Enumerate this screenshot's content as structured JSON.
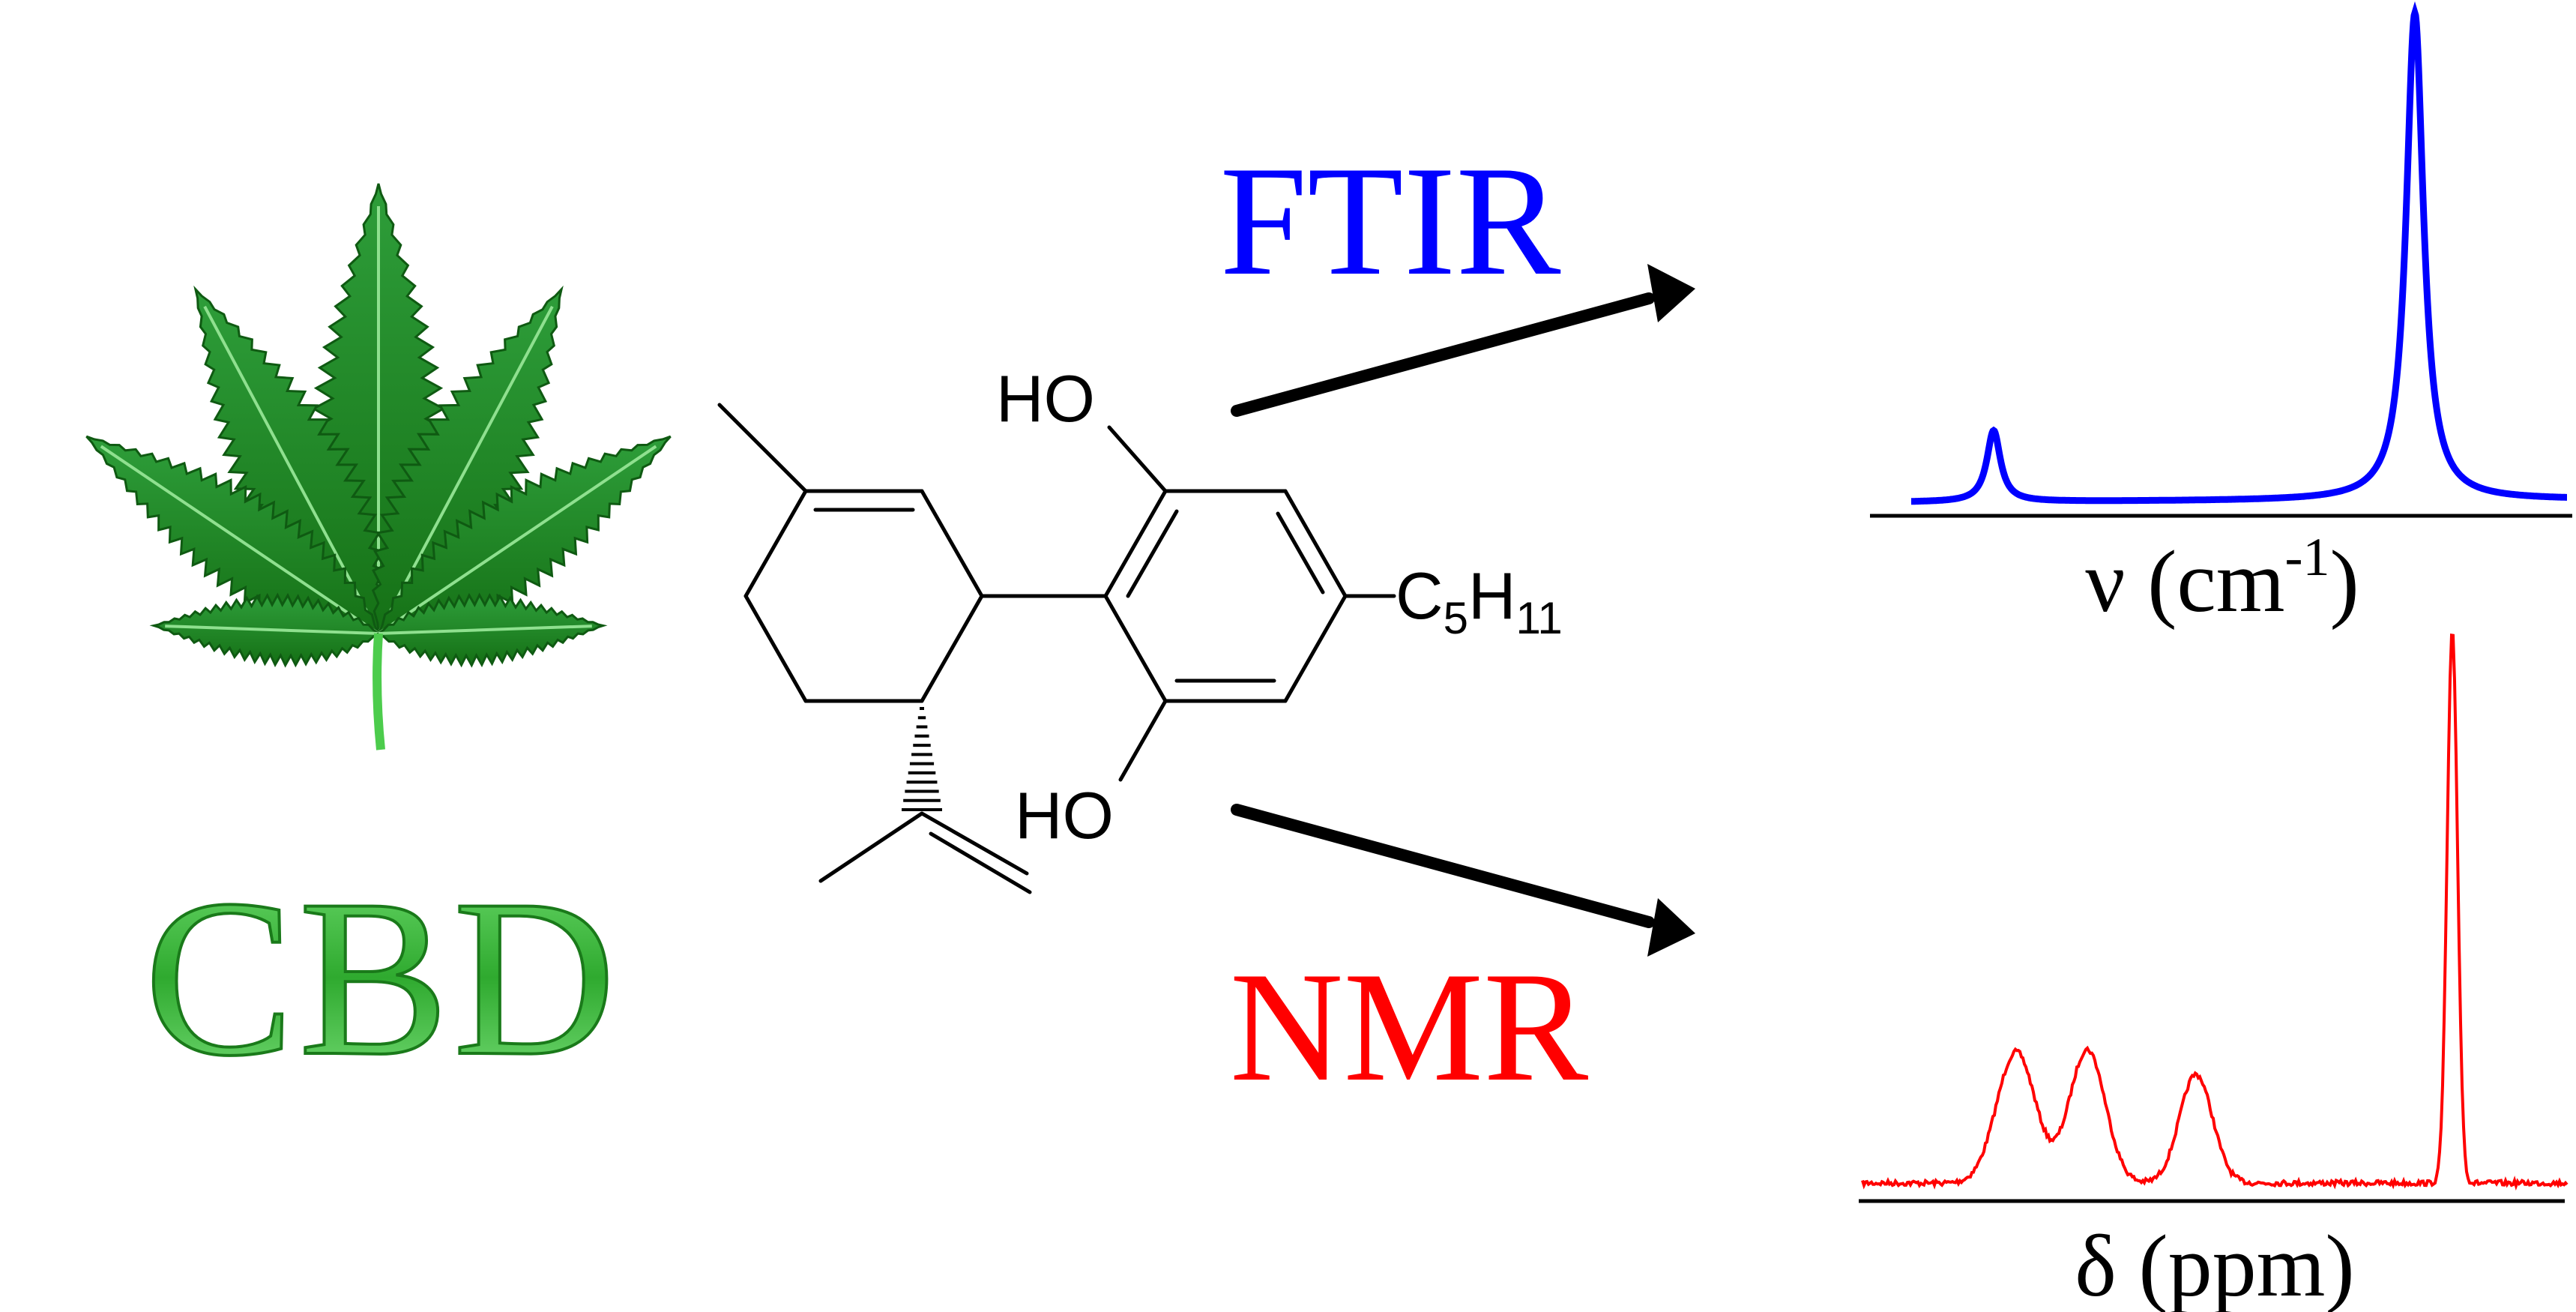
{
  "colors": {
    "ftir": "#0000ff",
    "nmr": "#ff0000",
    "leaf_dark": "#1c7d1c",
    "leaf_light": "#39b54a",
    "cbd_text": "#3fbf3f",
    "ink": "#000000"
  },
  "compound": {
    "name": "CBD",
    "substituent": {
      "main": "C",
      "sub1": "5",
      "main2": "H",
      "sub2": "11"
    },
    "hydroxyl_top": "HO",
    "hydroxyl_bottom": "HO"
  },
  "techniques": {
    "ftir": "FTIR",
    "nmr": "NMR"
  },
  "ftir_axis": {
    "symbol": "ν",
    "open": "(cm",
    "exp": "-1",
    "close": ")"
  },
  "nmr_axis": {
    "text": "δ (ppm)"
  },
  "icons": [
    "cannabis-leaf-icon",
    "arrow-right-icon"
  ]
}
